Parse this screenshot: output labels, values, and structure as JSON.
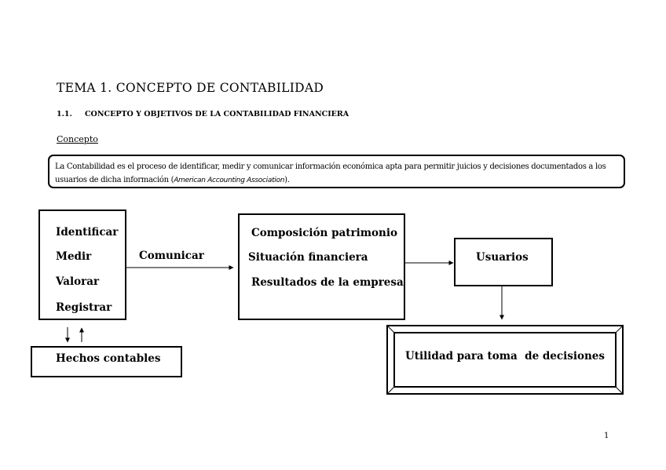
{
  "heading": {
    "title": "TEMA 1. CONCEPTO DE CONTABILIDAD",
    "section_number": "1.1.",
    "section_title": "CONCEPTO Y OBJETIVOS DE LA CONTABILIDAD FINANCIERA",
    "concept_label": "Concepto"
  },
  "definition": {
    "text": "La Contabilidad es el proceso de identificar, medir y comunicar información económica apta para permitir juicios y decisiones documentados a los usuarios de dicha información (",
    "source": "American Accounting Association",
    "closing": ")."
  },
  "diagram": {
    "actions": [
      "Identificar",
      "Medir",
      "Valorar",
      "Registrar"
    ],
    "communicate_label": "Comunicar",
    "outputs": [
      "Composición patrimonio",
      "Situación financiera",
      "Resultados de la empresa"
    ],
    "users_label": "Usuarios",
    "events_label": "Hechos contables",
    "utility_label": "Utilidad para toma  de decisiones"
  },
  "page_number": "1"
}
